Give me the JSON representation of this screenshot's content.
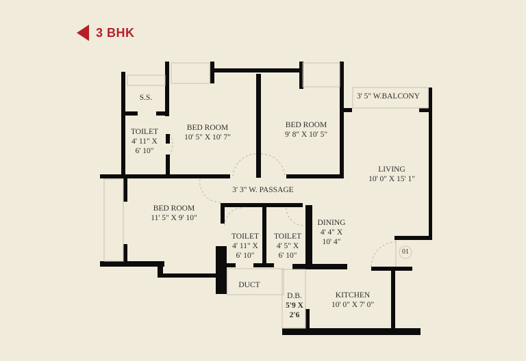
{
  "header": {
    "icon": "triangle-left-icon",
    "title": "3 BHK"
  },
  "colors": {
    "accent": "#b51f29",
    "background": "#f1ebdb",
    "walls": "#0c0c0c",
    "text": "#2e2e2e"
  },
  "rooms": {
    "ss": {
      "name": "S.S."
    },
    "toilet1": {
      "name": "TOILET",
      "dim1": "4' 11\" X",
      "dim2": "6' 10\""
    },
    "bed1": {
      "name": "BED ROOM",
      "dim": "10' 5\" X 10' 7\""
    },
    "bed2": {
      "name": "BED ROOM",
      "dim": "9' 8\" X 10' 5\""
    },
    "balcony": {
      "name": "3' 5\" W.BALCONY"
    },
    "living": {
      "name": "LIVING",
      "dim": "10' 0\" X 15' 1\""
    },
    "passage": {
      "name": "3' 3\" W. PASSAGE"
    },
    "bed3": {
      "name": "BED ROOM",
      "dim": "11' 5\" X 9' 10\""
    },
    "toilet2": {
      "name": "TOILET",
      "dim1": "4' 11\" X",
      "dim2": "6' 10\""
    },
    "toilet3": {
      "name": "TOILET",
      "dim1": "4' 5\" X",
      "dim2": "6' 10\""
    },
    "dining": {
      "name": "DINING",
      "dim1": "4' 4\" X",
      "dim2": "10' 4\""
    },
    "entry": {
      "name": "01"
    },
    "duct": {
      "name": "DUCT"
    },
    "db": {
      "name": "D.B.",
      "dim1": "5'9 X",
      "dim2": "2'6"
    },
    "kitchen": {
      "name": "KITCHEN",
      "dim": "10' 0\" X 7' 0\""
    }
  }
}
